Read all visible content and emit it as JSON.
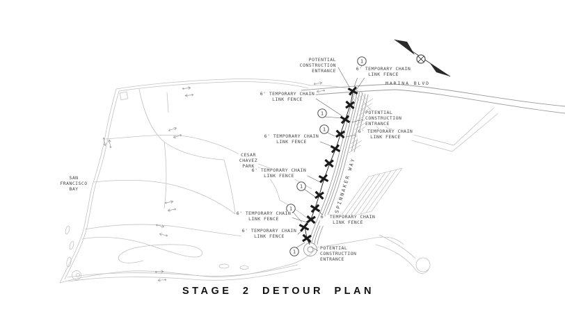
{
  "plan_title": "STAGE 2 DETOUR PLAN",
  "places": {
    "bay_line1": "SAN",
    "bay_line2": "FRANCISCO",
    "bay_line3": "BAY",
    "park_line1": "CESAR",
    "park_line2": "CHAVEZ",
    "park_line3": "PARK",
    "marina_blvd": "MARINA BLVD",
    "spinnaker_way": "SPINNAKER WAY"
  },
  "annotations": {
    "fence_line1": "6' TEMPORARY CHAIN",
    "fence_line2": "LINK FENCE",
    "entrance_line1": "POTENTIAL",
    "entrance_line2": "CONSTRUCTION",
    "entrance_line3": "ENTRANCE",
    "callout_number": "1"
  },
  "colors": {
    "background": "#ffffff",
    "park_linework": "#c2c2c2",
    "road_linework": "#9a9a9a",
    "annotation_text": "#454545",
    "fence_marks": "#1b1b1b",
    "title_text": "#111111"
  }
}
